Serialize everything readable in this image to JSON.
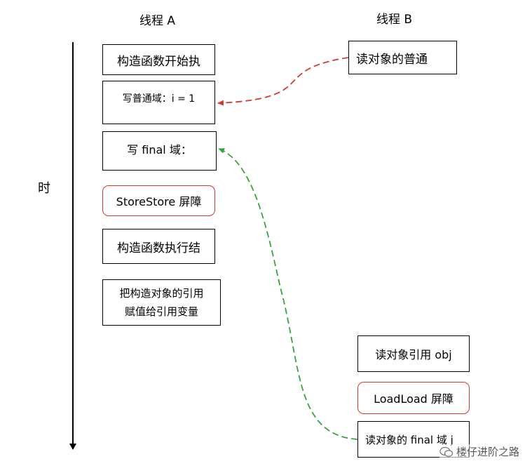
{
  "headers": {
    "thread_a": "线程 A",
    "thread_b": "线程 B",
    "time": "时"
  },
  "thread_a_steps": {
    "ctor_start": "构造函数开始执",
    "write_normal": "写普通域：i = 1",
    "write_final": "写 final 域：",
    "storestore": "StoreStore 屏障",
    "ctor_end": "构造函数执行结",
    "assign_line1": "把构造对象的引用",
    "assign_line2": "赋值给引用变量"
  },
  "thread_b_steps": {
    "read_normal": "读对象的普通",
    "read_ref": "读对象引用 obj",
    "loadload": "LoadLoad 屏障",
    "read_final": "读对象的 final 域 j"
  },
  "watermark": "楼仔进阶之路",
  "colors": {
    "barrier_border": "#d33a2c",
    "normal_arrow": "#d33a2c",
    "final_arrow": "#3aa33a",
    "box_border": "#000000"
  }
}
